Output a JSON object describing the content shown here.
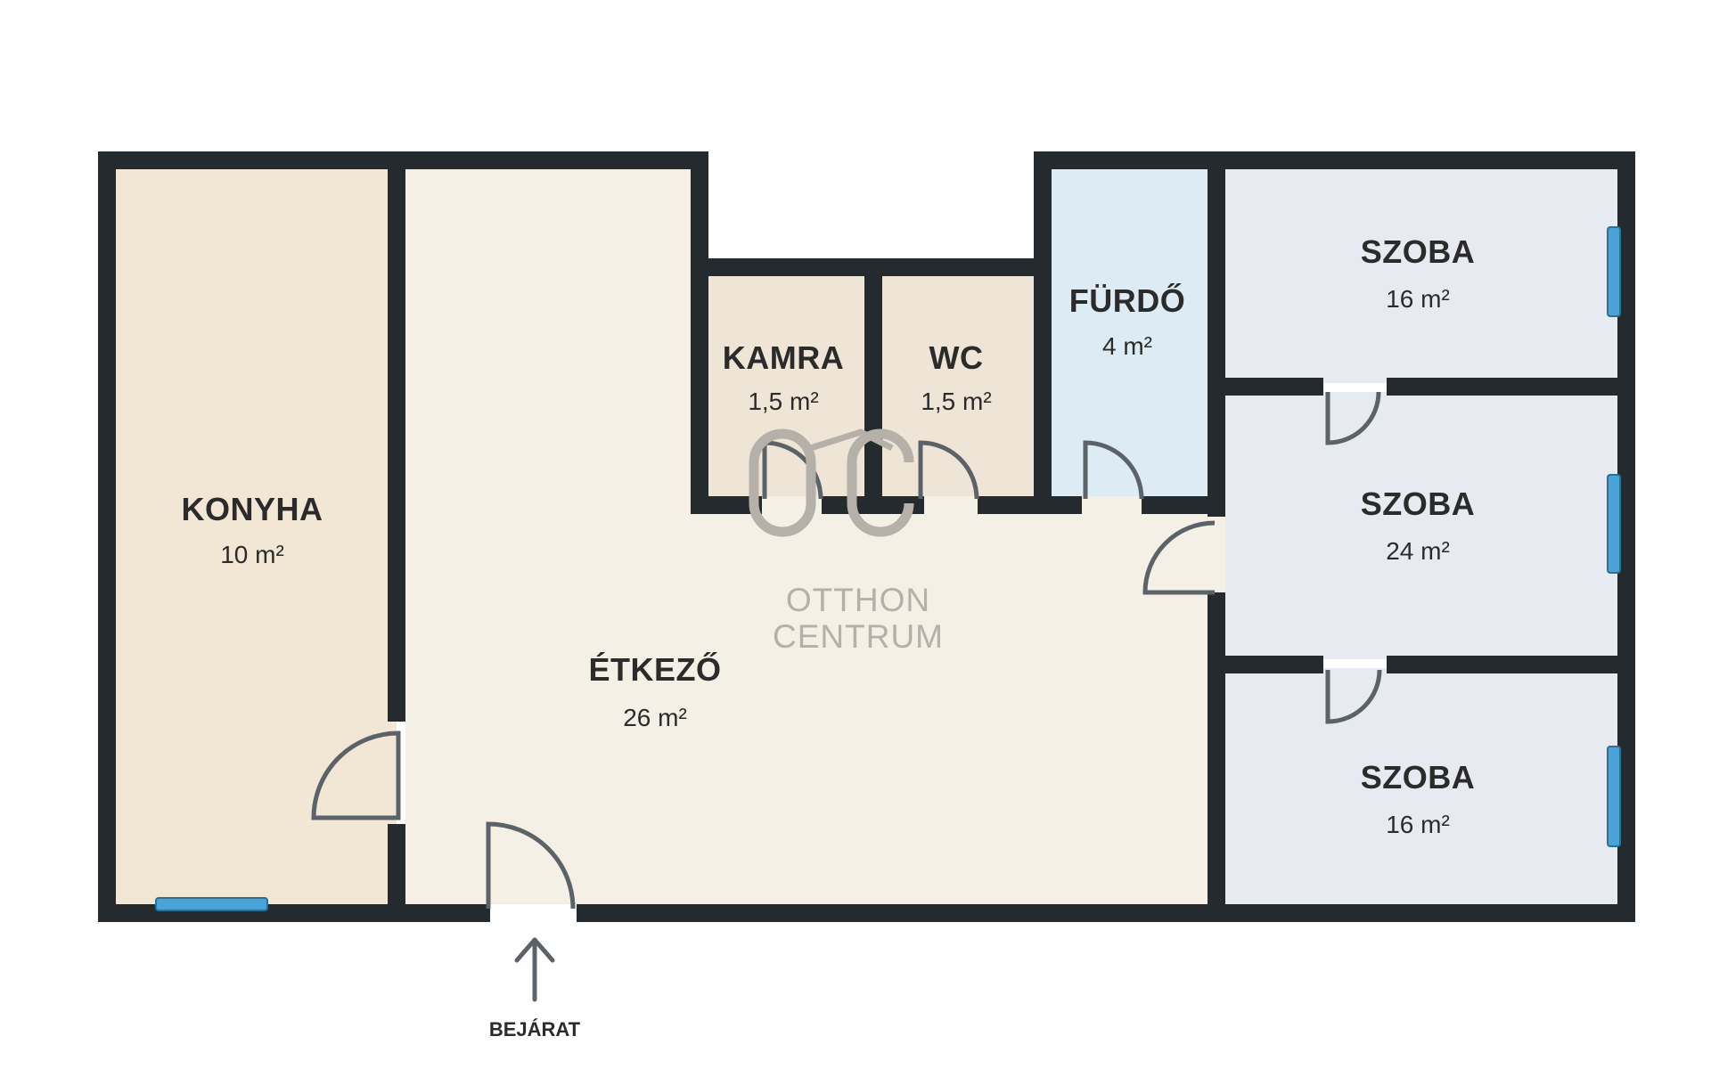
{
  "colors": {
    "wall": "#252a2e",
    "window": "#4aa3d6",
    "door_line": "#5b6268",
    "kitchen_floor": "#f2e7d4",
    "dining_floor": "#f5f0e5",
    "storage_floor": "#efe5d7",
    "bath_floor": "#ddecf4",
    "room_floor": "#e7ebf1",
    "watermark": "#b5b0a8"
  },
  "rooms": {
    "konyha": {
      "name": "KONYHA",
      "area": "10 m²"
    },
    "etkezo": {
      "name": "ÉTKEZŐ",
      "area": "26 m²"
    },
    "kamra": {
      "name": "KAMRA",
      "area": "1,5 m²"
    },
    "wc": {
      "name": "WC",
      "area": "1,5 m²"
    },
    "furdo": {
      "name": "FÜRDŐ",
      "area": "4 m²"
    },
    "szoba1": {
      "name": "SZOBA",
      "area": "16 m²"
    },
    "szoba2": {
      "name": "SZOBA",
      "area": "24 m²"
    },
    "szoba3": {
      "name": "SZOBA",
      "area": "16 m²"
    }
  },
  "entrance": {
    "label": "BEJÁRAT",
    "icon": "arrow-up-icon"
  },
  "watermark": {
    "line1": "OTTHON",
    "line2": "CENTRUM",
    "logo": "otthon-centrum-logo"
  }
}
